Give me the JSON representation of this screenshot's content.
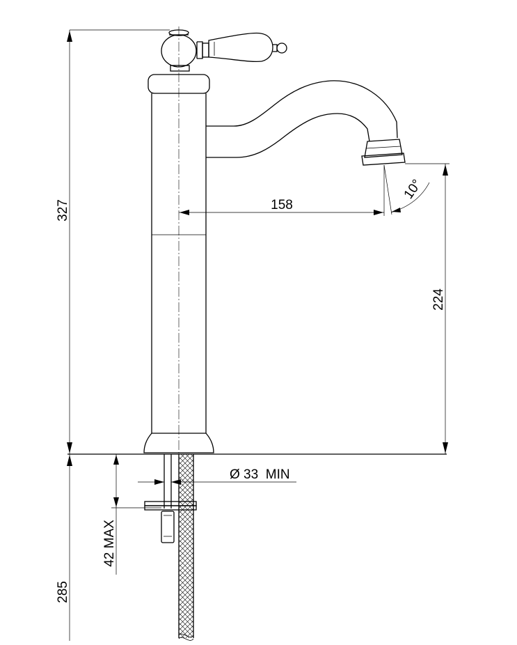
{
  "dimensions": {
    "overall_height": "327",
    "spout_reach": "158",
    "spout_height": "224",
    "spout_angle": "10°",
    "hole_diameter": "Ø 33  MIN",
    "deck_thickness": "42 MAX",
    "hose_length": "285"
  },
  "colors": {
    "line": "#000000",
    "background": "#ffffff"
  }
}
